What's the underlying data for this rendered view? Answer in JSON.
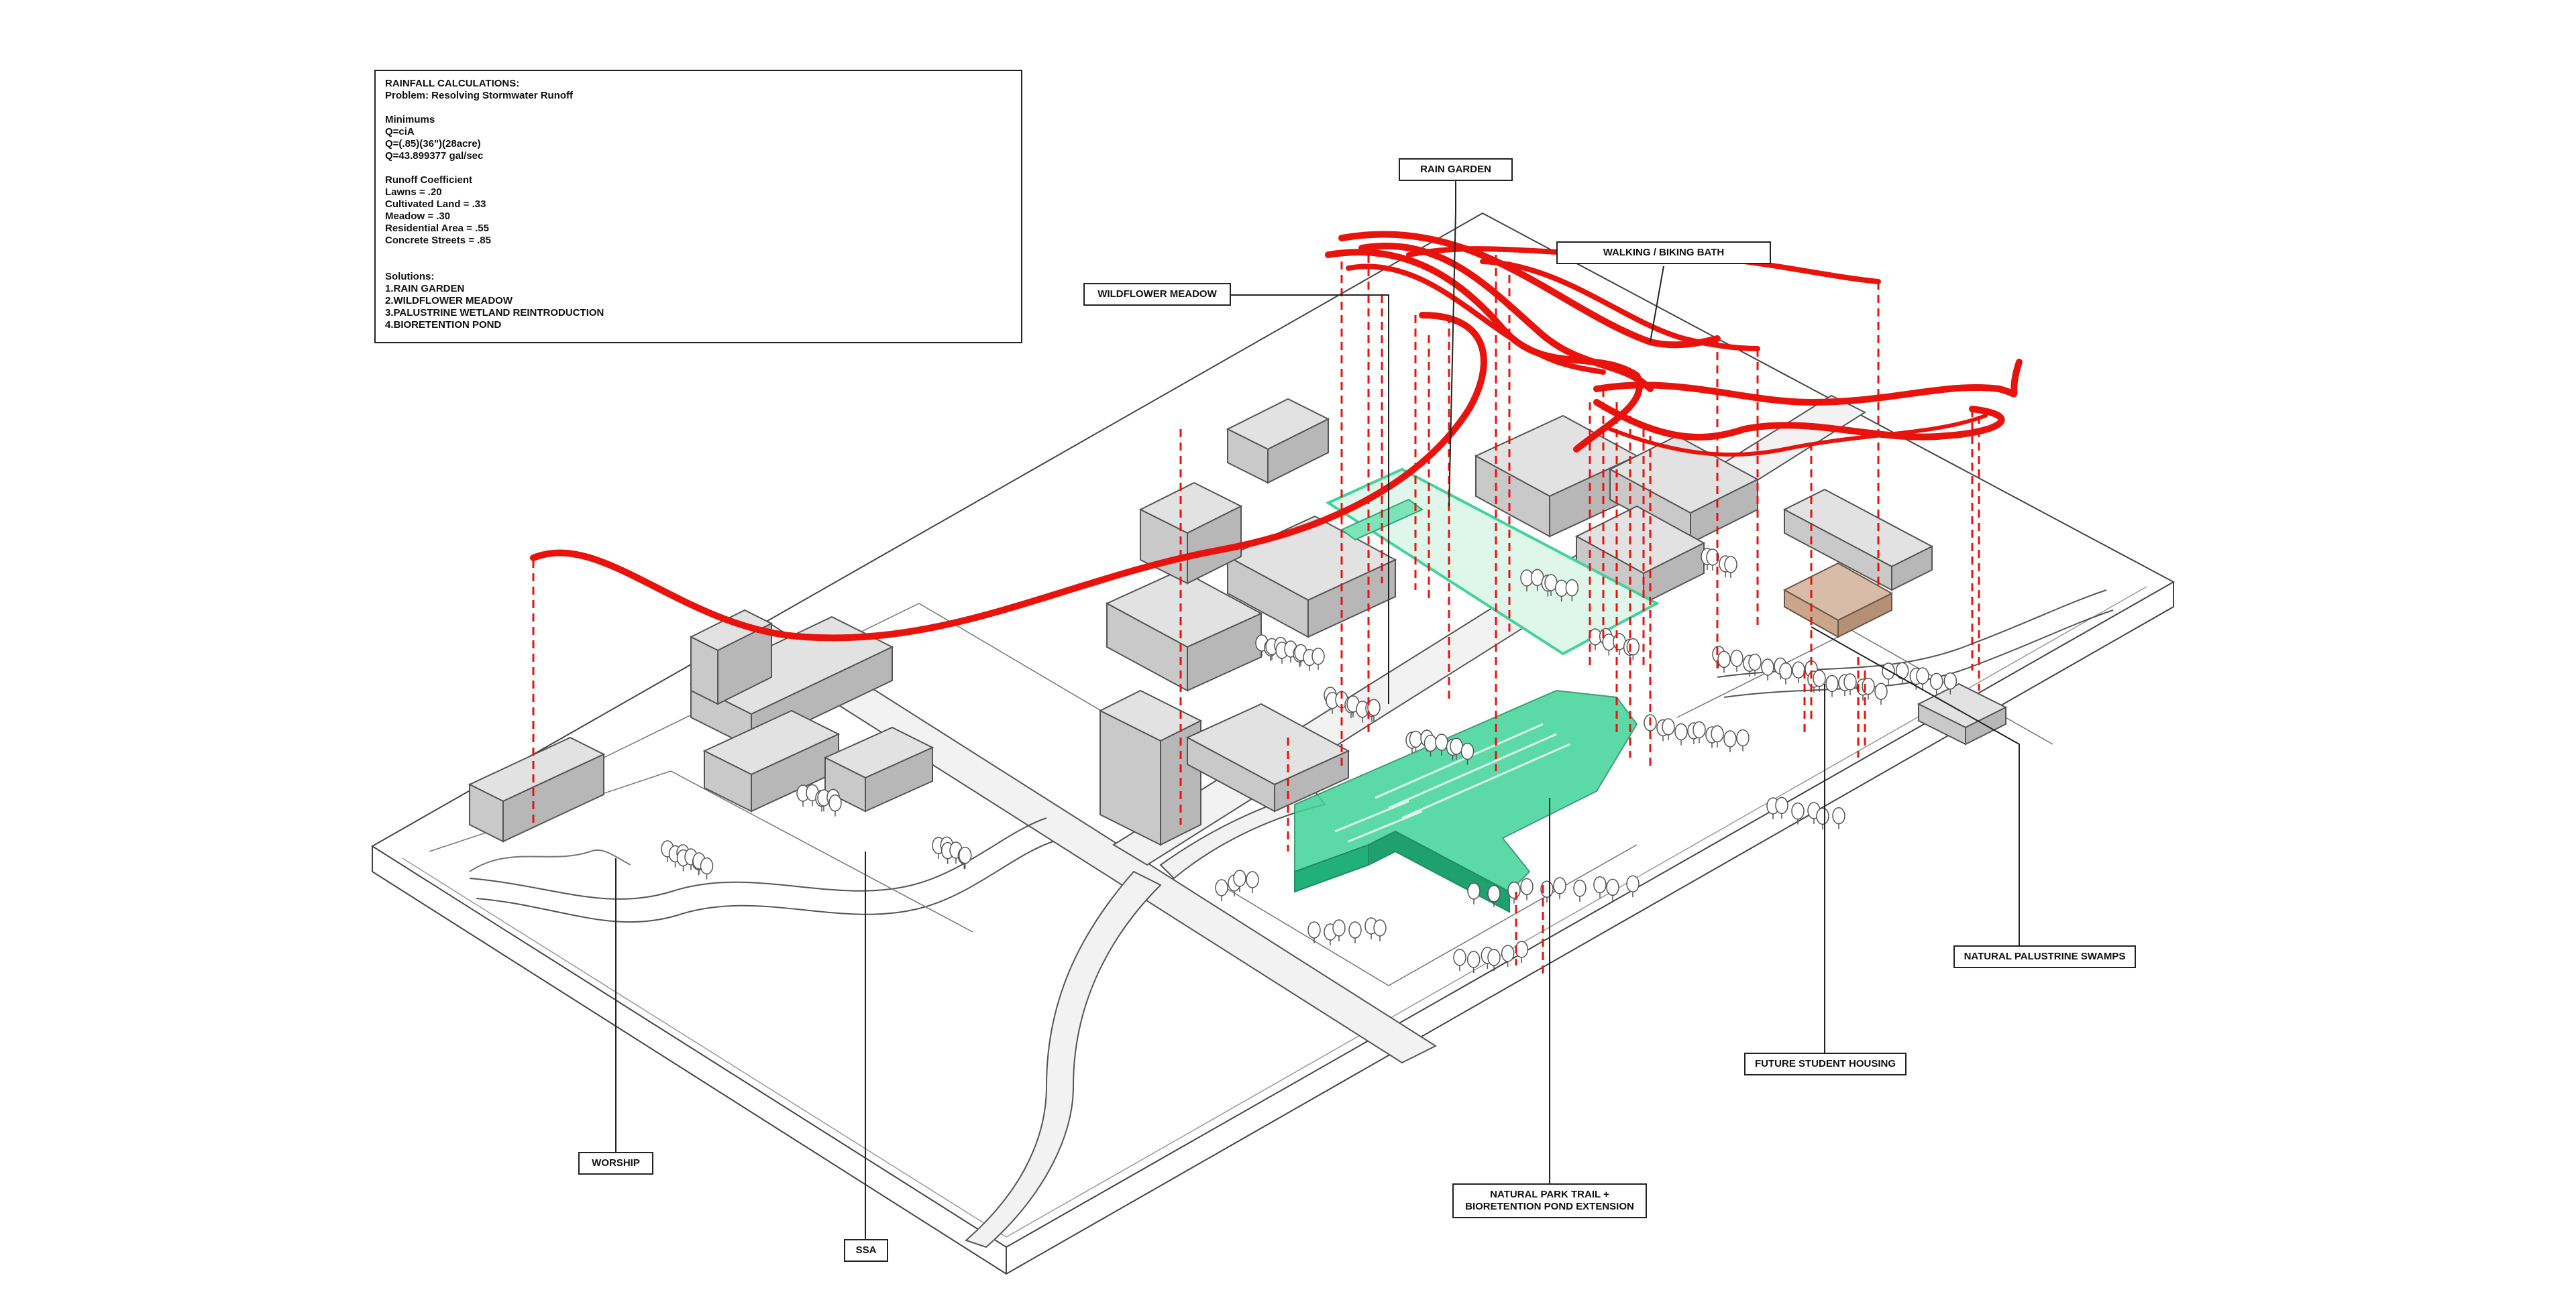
{
  "calculations": {
    "title": "RAINFALL CALCULATIONS:",
    "problem": "Problem: Resolving Stormwater Runoff",
    "minimums_heading": "Minimums",
    "formula_1": "Q=ciA",
    "formula_2": "Q=(.85)(36\")(28acre)",
    "formula_3": "Q=43.899377 gal/sec",
    "coefficient_heading": "Runoff Coefficient",
    "coefficients": [
      "Lawns = .20",
      "Cultivated Land = .33",
      "Meadow = .30",
      "Residential Area = .55",
      "Concrete Streets = .85"
    ],
    "solutions_heading": "Solutions:",
    "solutions": [
      "1.RAIN GARDEN",
      "2.WILDFLOWER MEADOW",
      "3.PALUSTRINE WETLAND REINTRODUCTION",
      "4.BIORETENTION POND"
    ]
  },
  "labels": {
    "rain_garden": "RAIN GARDEN",
    "walking_biking": "WALKING / BIKING BATH",
    "wildflower_meadow": "WILDFLOWER MEADOW",
    "natural_swamps": "NATURAL PALUSTRINE SWAMPS",
    "future_housing": "FUTURE STUDENT HOUSING",
    "park_trail_line1": "NATURAL PARK TRAIL +",
    "park_trail_line2": "BIORETENTION POND EXTENSION",
    "worship": "WORSHIP",
    "ssa": "SSA"
  },
  "colors": {
    "runoff_red": "#e8130c",
    "bioretention_green": "#3fd49a",
    "future_housing_tan": "#c9a58c",
    "outline": "#333333"
  }
}
